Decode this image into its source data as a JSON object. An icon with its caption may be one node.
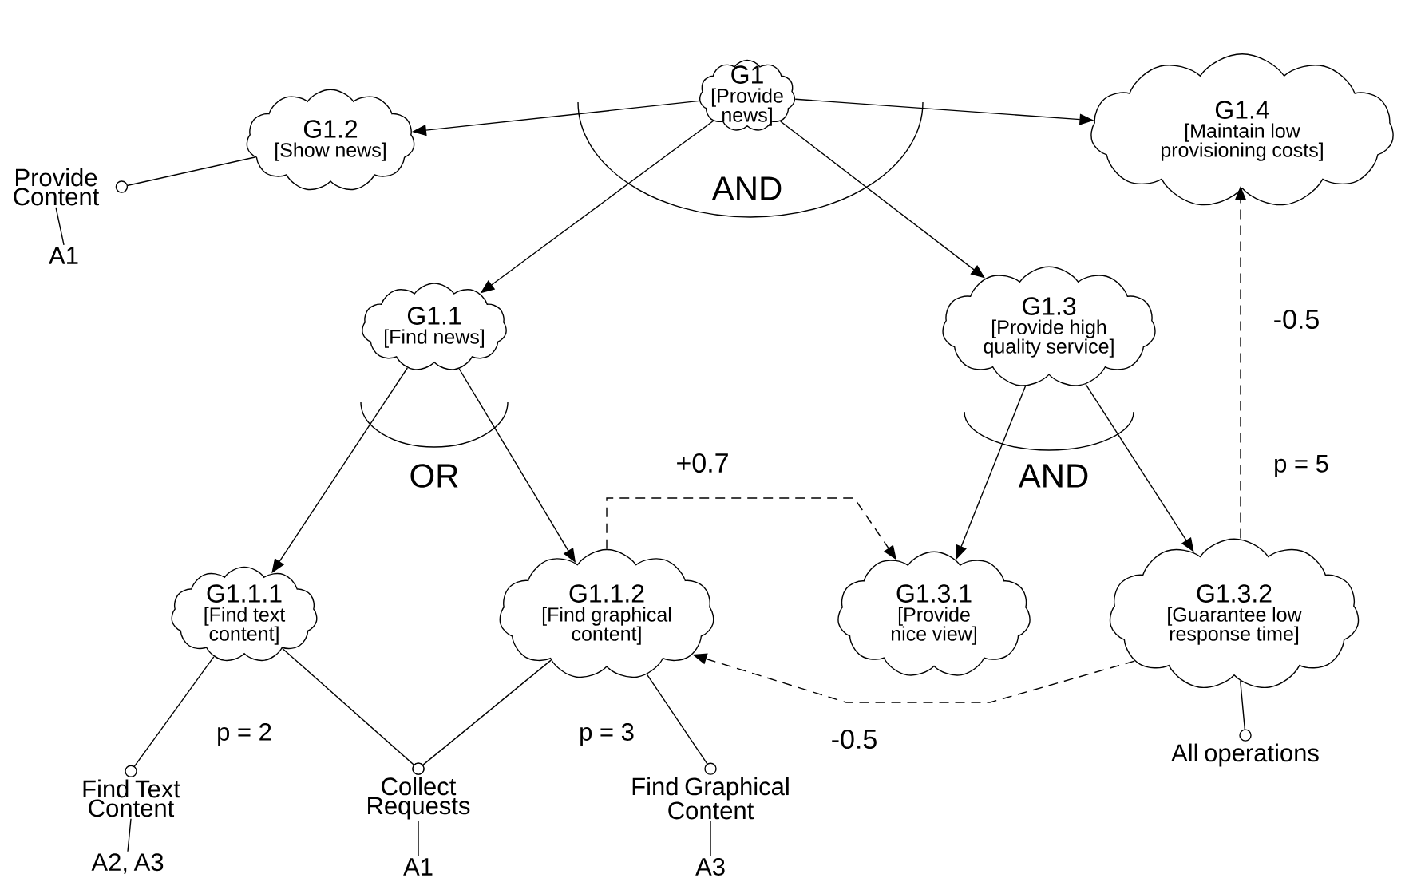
{
  "diagram": {
    "nodes": [
      {
        "text": [
          "G1",
          "[Provide news]"
        ]
      },
      {
        "text": [
          "G1.2",
          "[Show news]"
        ]
      },
      {
        "text": [
          "G1.4",
          "[Maintain low provisioning costs]"
        ]
      },
      {
        "text": [
          "G1.1",
          "[Find news]"
        ]
      },
      {
        "text": [
          "G1.3",
          "[Provide high quality service]"
        ]
      },
      {
        "text": [
          "G1.1.1",
          "[Find text content]"
        ],
        "beside": [
          "p = 2"
        ]
      },
      {
        "text": [
          "G1.1.2",
          "[Find graphical content]"
        ],
        "beside": [
          "p = 3"
        ]
      },
      {
        "text": [
          "G1.3.1",
          "[Provide nice view]"
        ]
      },
      {
        "text": [
          "G1.3.2",
          "[Guarantee low response time]"
        ],
        "beside": [
          "p = 5"
        ]
      },
      {
        "text": [
          "Provide Content"
        ]
      },
      {
        "text": [
          "A1"
        ]
      },
      {
        "text": [
          "Find Text Content"
        ]
      },
      {
        "text": [
          "A2, A3"
        ]
      },
      {
        "text": [
          "Collect Requests"
        ]
      },
      {
        "text": [
          "A1"
        ]
      },
      {
        "text": [
          "Find Graphical Content"
        ]
      },
      {
        "text": [
          "A3"
        ]
      },
      {
        "text": [
          "All operations"
        ]
      }
    ],
    "edges": [
      {
        "from": 0,
        "to": 1,
        "arrow": "to"
      },
      {
        "from": 0,
        "to": 2,
        "arrow": "to"
      },
      {
        "from": 0,
        "to": 3,
        "arrow": "to"
      },
      {
        "from": 0,
        "to": 4,
        "arrow": "to"
      },
      {
        "from": 3,
        "to": 5,
        "arrow": "to"
      },
      {
        "from": 3,
        "to": 6,
        "arrow": "to"
      },
      {
        "from": 4,
        "to": 7,
        "arrow": "to"
      },
      {
        "from": 4,
        "to": 8,
        "arrow": "to"
      },
      {
        "from": 6,
        "to": 7,
        "arrow": "to",
        "style": "dashed",
        "label": "+0.7"
      },
      {
        "from": 8,
        "to": 2,
        "arrow": "to",
        "style": "dashed",
        "label": "-0.5"
      },
      {
        "from": 8,
        "to": 6,
        "arrow": "to",
        "style": "dashed",
        "label": "-0.5"
      },
      {
        "from": 1,
        "to": 9,
        "arrow": "other"
      },
      {
        "from": 9,
        "to": 10,
        "arrow": "none"
      },
      {
        "from": 5,
        "to": 11,
        "arrow": "other"
      },
      {
        "from": 5,
        "to": 13,
        "arrow": "other"
      },
      {
        "from": 6,
        "to": 13,
        "arrow": "other"
      },
      {
        "from": 6,
        "to": 15,
        "arrow": "other"
      },
      {
        "from": 8,
        "to": 17,
        "arrow": "other"
      },
      {
        "from": 11,
        "to": 12,
        "arrow": "none"
      },
      {
        "from": 13,
        "to": 14,
        "arrow": "none"
      },
      {
        "from": 15,
        "to": 16,
        "arrow": "none"
      }
    ],
    "labels": [
      "AND",
      "OR",
      "AND"
    ]
  }
}
